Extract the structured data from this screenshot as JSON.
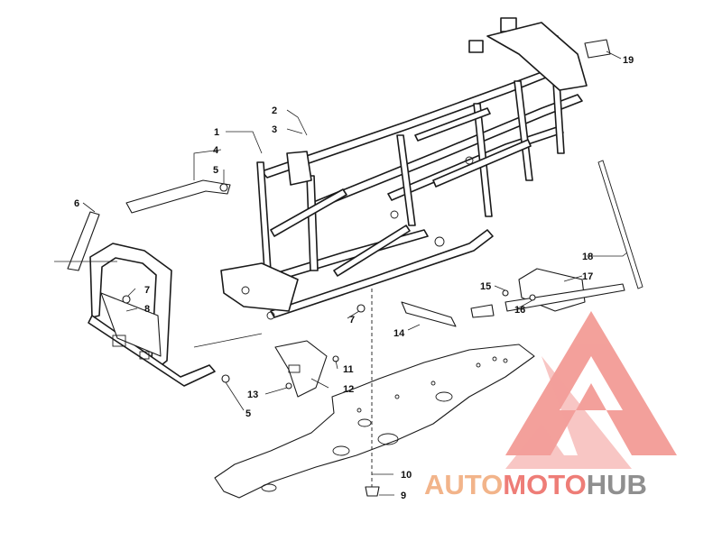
{
  "callouts": [
    {
      "id": "c1",
      "label": "1"
    },
    {
      "id": "c2",
      "label": "2"
    },
    {
      "id": "c3",
      "label": "3"
    },
    {
      "id": "c4",
      "label": "4"
    },
    {
      "id": "c5a",
      "label": "5"
    },
    {
      "id": "c5b",
      "label": "5"
    },
    {
      "id": "c6",
      "label": "6"
    },
    {
      "id": "c7a",
      "label": "7"
    },
    {
      "id": "c7b",
      "label": "7"
    },
    {
      "id": "c8",
      "label": "8"
    },
    {
      "id": "c9",
      "label": "9"
    },
    {
      "id": "c10",
      "label": "10"
    },
    {
      "id": "c11",
      "label": "11"
    },
    {
      "id": "c12",
      "label": "12"
    },
    {
      "id": "c13",
      "label": "13"
    },
    {
      "id": "c14",
      "label": "14"
    },
    {
      "id": "c15",
      "label": "15"
    },
    {
      "id": "c16",
      "label": "16"
    },
    {
      "id": "c17",
      "label": "17"
    },
    {
      "id": "c18",
      "label": "18"
    },
    {
      "id": "c19",
      "label": "19"
    }
  ],
  "watermark": {
    "part1": "AUTO",
    "part2": "MOTO",
    "part3": "HUB",
    "color_orange": "#f2b48a",
    "color_red": "#ee7d77",
    "color_gray": "#8f8f8f",
    "triangle_color": "#f1908a"
  }
}
